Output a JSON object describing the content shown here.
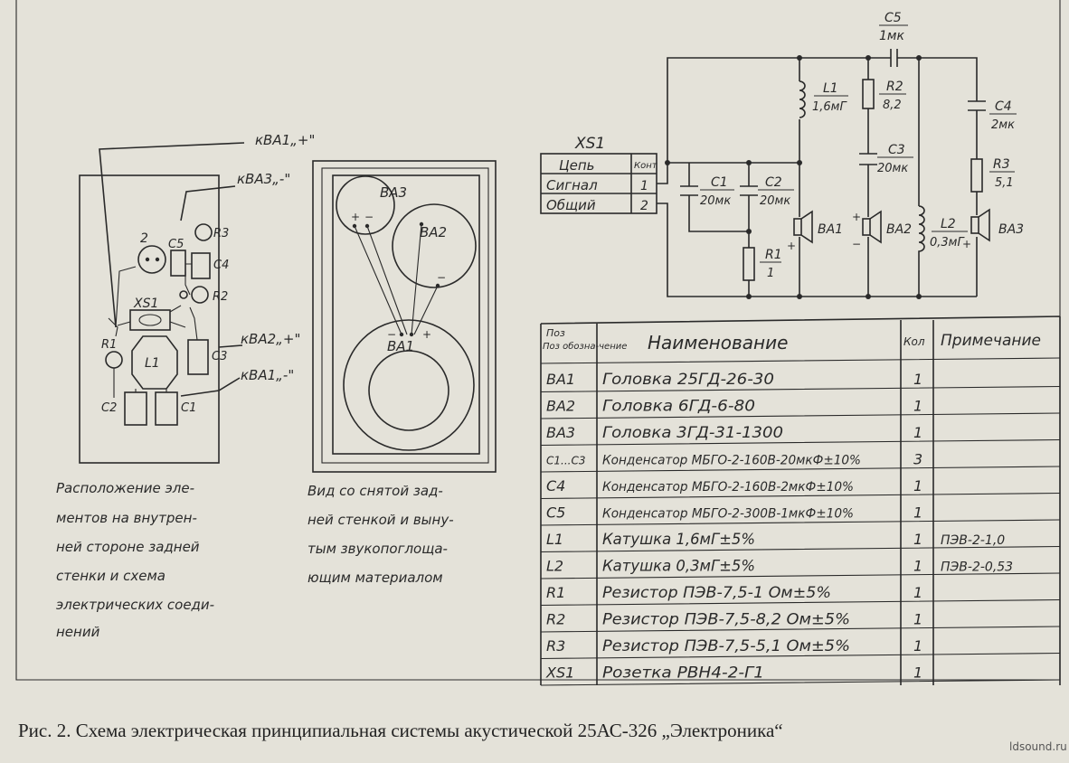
{
  "layout_panel": {
    "label_ba1_plus": "кВА1„+\"",
    "label_ba3_minus": "кВА3„-\"",
    "label_ba2_plus": "кВА2„+\"",
    "label_ba1_minus": "кВА1„-\"",
    "parts": {
      "n2": "2",
      "c5": "С5",
      "r3": "R3",
      "c4": "С4",
      "r2": "R2",
      "xs1": "XS1",
      "r1": "R1",
      "l1": "L1",
      "c3": "С3",
      "c2": "С2",
      "c1": "С1"
    },
    "caption_lines": [
      "Расположение эле-",
      "ментов на внутрен-",
      "ней стороне задней",
      "стенки и схема",
      "электрических соеди-",
      "нений"
    ]
  },
  "front_view": {
    "ba3": "ВА3",
    "ba2": "ВА2",
    "ba1": "ВА1",
    "plus": "+",
    "minus": "−",
    "caption_lines": [
      "Вид со снятой зад-",
      "ней стенкой и выну-",
      "тым звукопоглоща-",
      "ющим материалом"
    ]
  },
  "schematic": {
    "c5": "С5",
    "c5_val": "1мк",
    "l1": "L1",
    "l1_val": "1,6мГ",
    "r2": "R2",
    "r2_val": "8,2",
    "c4": "С4",
    "c4_val": "2мк",
    "c3": "С3",
    "c3_val": "20мк",
    "r3": "R3",
    "r3_val": "5,1",
    "c1": "С1",
    "c1_val": "20мк",
    "c2": "С2",
    "c2_val": "20мк",
    "ba1": "ВА1",
    "ba2": "ВА2",
    "ba3": "ВА3",
    "l2": "L2",
    "l2_val": "0,3мГ",
    "r1": "R1",
    "r1_val": "1",
    "plus": "+",
    "minus": "−",
    "xs1": "XS1",
    "xs1_table": {
      "headers": [
        "Цепь",
        "Конт"
      ],
      "rows": [
        [
          "Сигнал",
          "1"
        ],
        [
          "Общий",
          "2"
        ]
      ]
    }
  },
  "parts_table": {
    "headers": [
      "Поз обозна-чение",
      "Наименование",
      "Кол",
      "Примечание"
    ],
    "rows": [
      [
        "ВА1",
        "Головка 25ГД-26-30",
        "1",
        ""
      ],
      [
        "ВА2",
        "Головка 6ГД-6-80",
        "1",
        ""
      ],
      [
        "ВА3",
        "Головка 3ГД-31-1300",
        "1",
        ""
      ],
      [
        "С1...С3",
        "Конденсатор МБГО-2-160В-20мкФ±10%",
        "3",
        ""
      ],
      [
        "С4",
        "Конденсатор МБГО-2-160В-2мкФ±10%",
        "1",
        ""
      ],
      [
        "С5",
        "Конденсатор МБГО-2-300В-1мкФ±10%",
        "1",
        ""
      ],
      [
        "L1",
        "Катушка 1,6мГ±5%",
        "1",
        "ПЭВ-2-1,0"
      ],
      [
        "L2",
        "Катушка 0,3мГ±5%",
        "1",
        "ПЭВ-2-0,53"
      ],
      [
        "R1",
        "Резистор ПЭВ-7,5-1 Ом±5%",
        "1",
        ""
      ],
      [
        "R2",
        "Резистор ПЭВ-7,5-8,2 Ом±5%",
        "1",
        ""
      ],
      [
        "R3",
        "Резистор ПЭВ-7,5-5,1 Ом±5%",
        "1",
        ""
      ],
      [
        "XS1",
        "Розетка РВН4-2-Г1",
        "1",
        ""
      ]
    ]
  },
  "caption": "Рис. 2. Схема электрическая принципиальная системы акустической 25АС-326 „Электроника“",
  "watermark": "ldsound.ru"
}
